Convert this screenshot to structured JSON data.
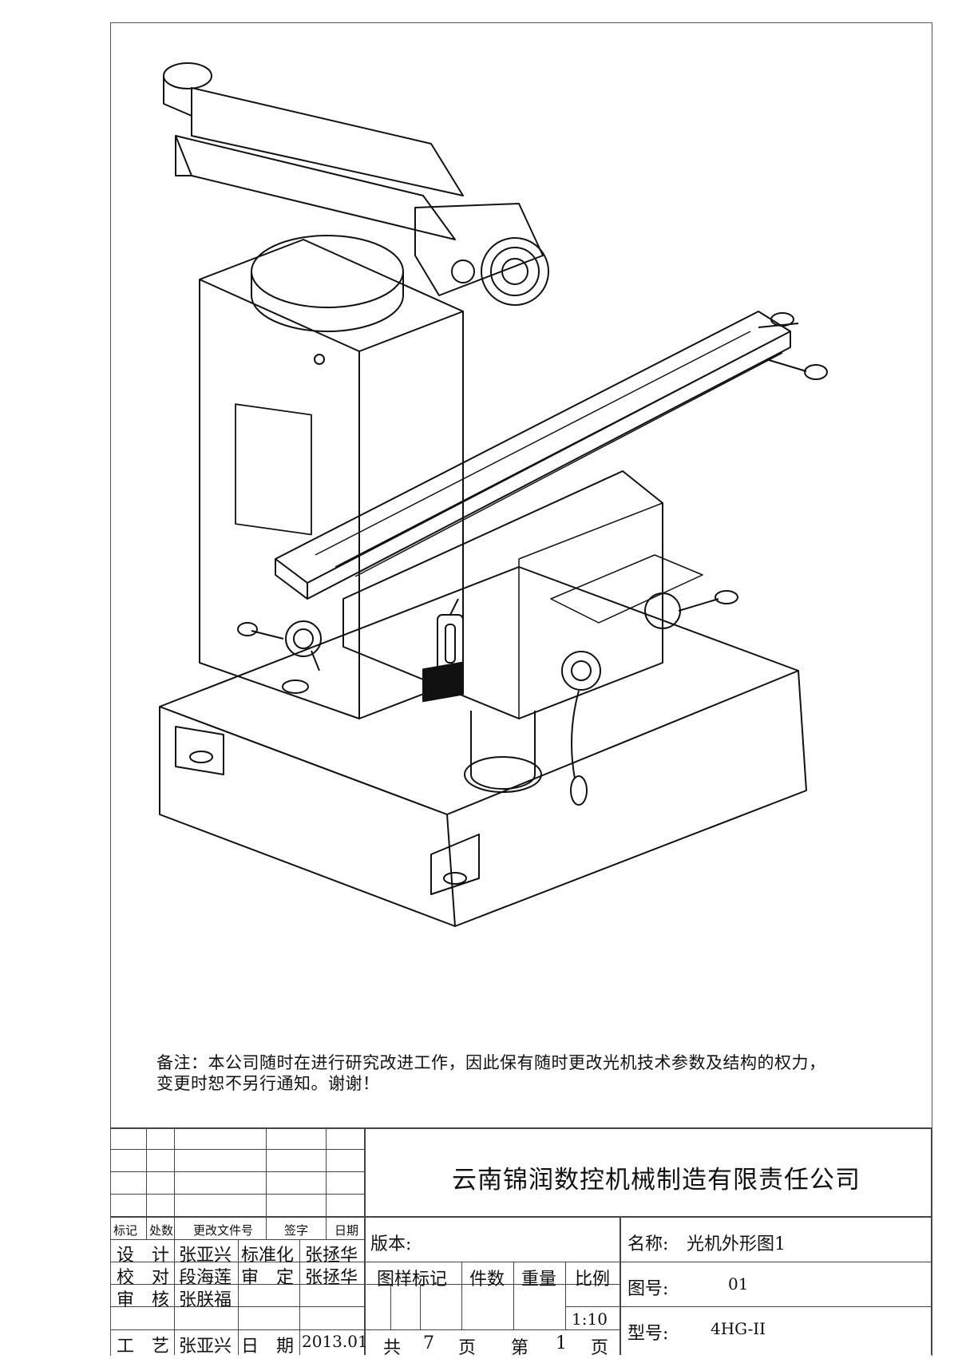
{
  "note": {
    "line1": "备注：本公司随时在进行研究改进工作，因此保有随时更改光机技术参数及结构的权力，",
    "line2": "变更时恕不另行通知。谢谢！"
  },
  "title_block": {
    "company": "云南锦润数控机械制造有限责任公司",
    "revision_headers": [
      "标记",
      "处数",
      "更改文件号",
      "签字",
      "日期"
    ],
    "sign_rows": [
      {
        "role": "设　计",
        "name": "张亚兴",
        "role2": "标准化",
        "name2": "张拯华"
      },
      {
        "role": "校　对",
        "name": "段海莲",
        "role2": "审　定",
        "name2": "张拯华"
      },
      {
        "role": "审　核",
        "name": "张朕福",
        "role2": "",
        "name2": ""
      },
      {
        "role": "工　艺",
        "name": "张亚兴",
        "role2": "日　期",
        "name2": "2013.01"
      }
    ],
    "version_label": "版本:",
    "headers": {
      "mark": "图样标记",
      "count": "件数",
      "weight": "重量",
      "scale": "比例"
    },
    "scale_value": "1:10",
    "pages": {
      "total_label": "共",
      "total": "7",
      "page_unit": "页",
      "current_label": "第",
      "current": "1",
      "page_unit2": "页"
    },
    "name_label": "名称:",
    "name_value": "光机外形图1",
    "drawing_no_label": "图号:",
    "drawing_no_value": "01",
    "model_label": "型号:",
    "model_value": "4HG-II"
  }
}
